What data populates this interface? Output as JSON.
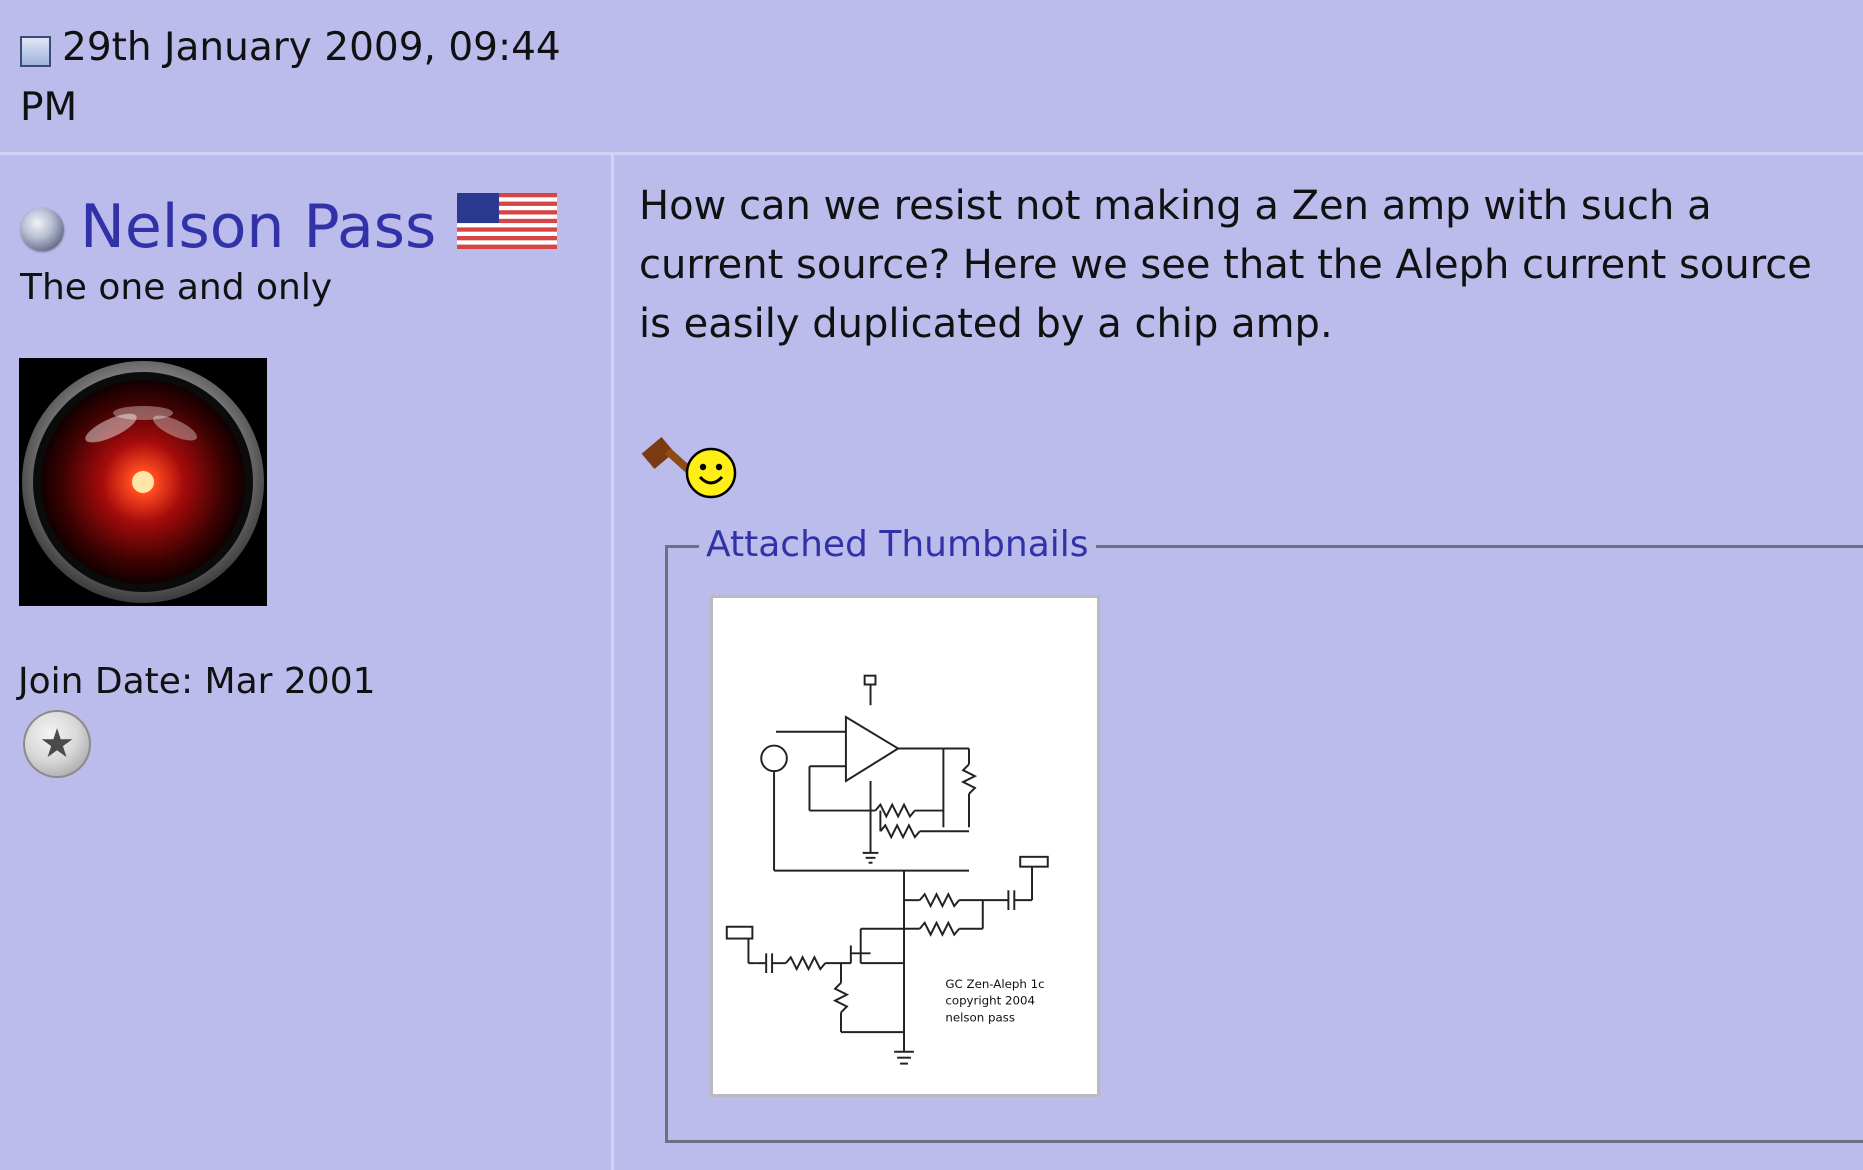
{
  "post": {
    "date": "29th January 2009, 09:44 PM",
    "icon": "post-document-icon"
  },
  "user": {
    "name": "Nelson Pass",
    "title": "The one and only",
    "join_date": "Join Date: Mar 2001",
    "status_icon": "online-status-icon",
    "flag_icon": "us-flag-icon",
    "avatar": "hal-9000-avatar",
    "rank_icon": "star-rank-icon",
    "colors": {
      "name": "#3232a8",
      "background": "#bbbbec"
    }
  },
  "message": {
    "text": "How can we resist not making a Zen amp with such a current source? Here we see that the Aleph current source is easily duplicated by a chip amp.",
    "smilies": [
      "gavel-icon",
      "smile-icon"
    ]
  },
  "attachments": {
    "legend": "Attached Thumbnails",
    "thumbnail": {
      "name": "zen-aleph-schematic-thumbnail",
      "caption_lines": [
        "GC Zen-Aleph 1c",
        "copyright 2004",
        "nelson pass"
      ]
    }
  }
}
